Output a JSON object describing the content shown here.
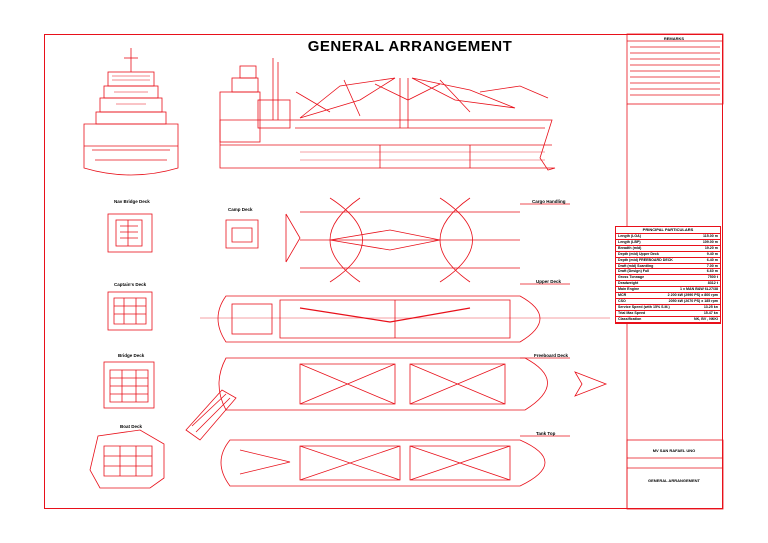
{
  "drawing": {
    "title": "GENERAL ARRANGEMENT",
    "line_color": "#e8101a",
    "text_color": "#000000"
  },
  "views": {
    "nav_bridge_deck": "Nav Bridge Deck",
    "captains_deck": "Captain's Deck",
    "bridge_deck": "Bridge Deck",
    "boat_deck": "Boat Deck",
    "camp_deck": "Camp Deck",
    "cargo_handling": "Cargo Handling",
    "upper_deck": "Upper Deck",
    "freeboard_deck": "Freeboard Deck",
    "tank_top": "Tank Top"
  },
  "remarks": {
    "title": "REMARKS"
  },
  "particulars": {
    "title": "PRINCIPAL PARTICULARS",
    "rows": [
      {
        "label": "Length (LOA)",
        "value": "115.00 m"
      },
      {
        "label": "Length (LBP)",
        "value": "109.00 m"
      },
      {
        "label": "Breadth (mld)",
        "value": "19.20 m"
      },
      {
        "label": "Depth (mld) Upper Deck",
        "value": "9.40 m"
      },
      {
        "label": "Depth (mld) FREEBOARD DECK",
        "value": "6.40 m"
      },
      {
        "label": "Draft (mld) Scantling",
        "value": "7.00 m"
      },
      {
        "label": "Draft (Design) Full",
        "value": "6.60 m"
      },
      {
        "label": "Gross Tonnage",
        "value": "7500 t"
      },
      {
        "label": "Deadweight",
        "value": "8312 t"
      },
      {
        "label": "Main Engine",
        "value": "1 x MAN B&W 6L27/38"
      },
      {
        "label": "MCR",
        "value": "2 200 kW (2990 PS) x 800 rpm"
      },
      {
        "label": "CSO",
        "value": "2050 kW (2670 PS) x 185 rpm"
      },
      {
        "label": "Service Speed (with 15% S.M.)",
        "value": "13.25 kn"
      },
      {
        "label": "Trial Max Speed",
        "value": "15.47 kn"
      },
      {
        "label": "Classification",
        "value": "NK, BV , NKKI"
      }
    ]
  },
  "title_block": {
    "ship_name": "MV SAN RAFAEL UNO",
    "drawing_name": "GENERAL ARRANGEMENT"
  }
}
